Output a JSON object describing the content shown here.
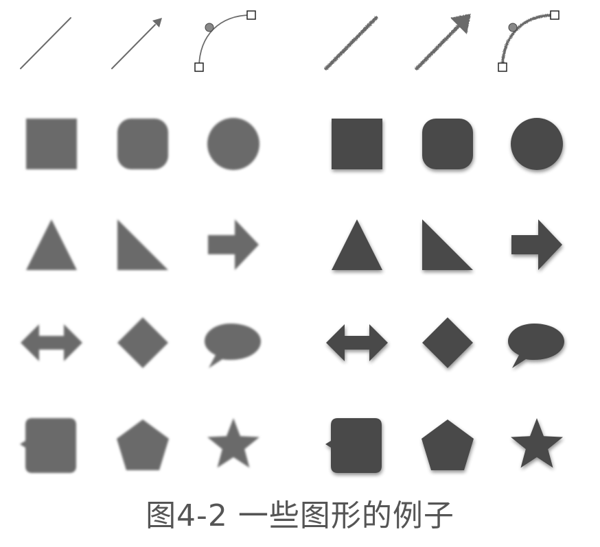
{
  "caption": "图4-2 一些图形的例子",
  "colors": {
    "light_fill": "#6b6b6b",
    "dark_fill": "#4a4a4a",
    "stroke": "#6b6b6b",
    "handle_fill": "#ffffff",
    "handle_stroke": "#222222",
    "caption_text": "#555555"
  },
  "panels": [
    {
      "name": "plain-style",
      "rows": [
        [
          "line",
          "arrow-line",
          "curve"
        ],
        [
          "square",
          "rounded-square",
          "circle"
        ],
        [
          "triangle",
          "right-triangle",
          "arrow-right"
        ],
        [
          "double-arrow",
          "diamond",
          "speech-bubble"
        ],
        [
          "callout-box",
          "pentagon",
          "star"
        ]
      ]
    },
    {
      "name": "sketch-style",
      "rows": [
        [
          "line",
          "arrow-line",
          "curve"
        ],
        [
          "square",
          "rounded-square",
          "circle"
        ],
        [
          "triangle",
          "right-triangle",
          "arrow-right"
        ],
        [
          "double-arrow",
          "diamond",
          "speech-bubble"
        ],
        [
          "callout-box",
          "pentagon",
          "star"
        ]
      ]
    }
  ]
}
